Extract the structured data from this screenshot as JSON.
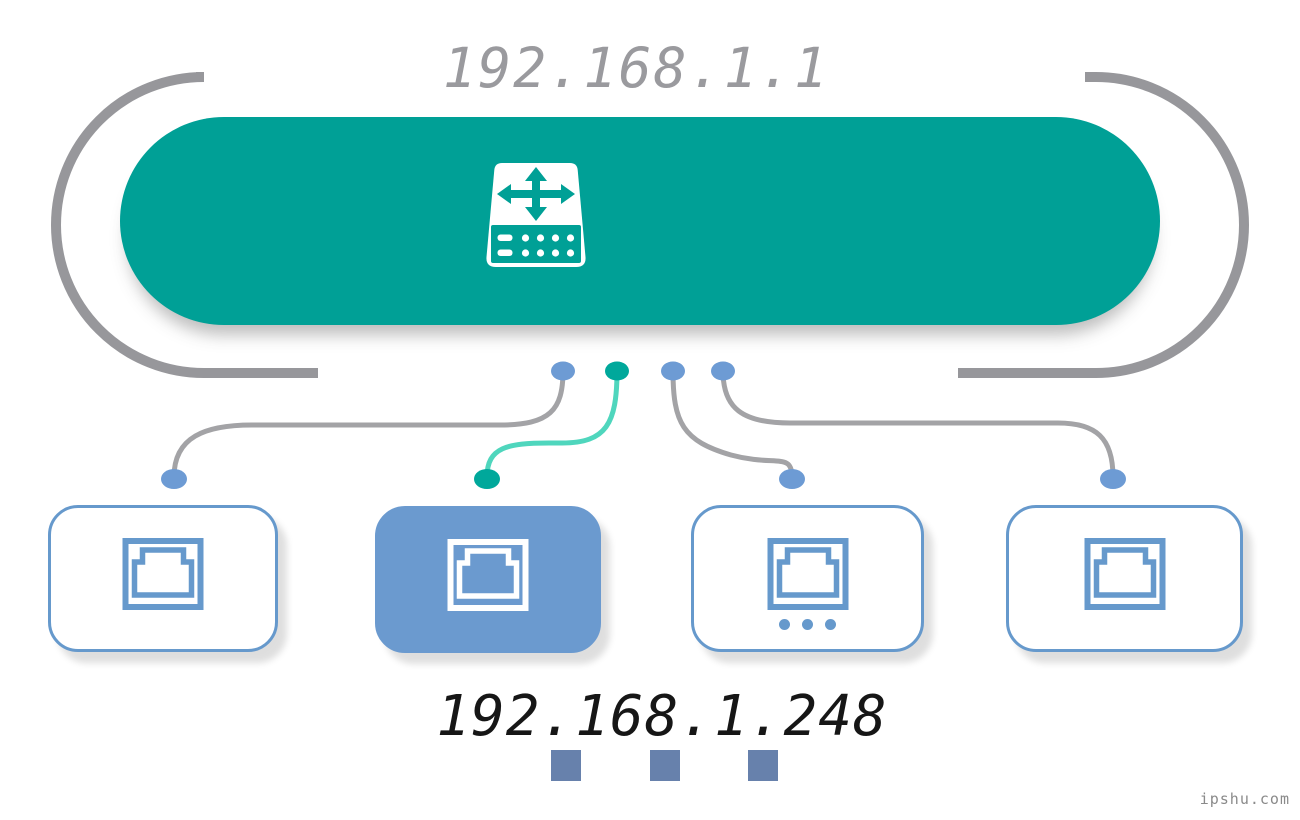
{
  "header": {
    "router_ip": "192.168.1.1"
  },
  "router": {
    "icon": "network-switch-icon"
  },
  "ports": [
    {
      "id": 1,
      "state": "inactive",
      "connector_color": "gray"
    },
    {
      "id": 2,
      "state": "active",
      "connector_color": "teal"
    },
    {
      "id": 3,
      "state": "inactive",
      "connector_color": "gray",
      "ellipsis": true
    },
    {
      "id": 4,
      "state": "inactive",
      "connector_color": "gray"
    }
  ],
  "device": {
    "ip": "192.168.1.248"
  },
  "watermark": "ipshu.com",
  "colors": {
    "teal": "#00a096",
    "teal_dot": "#00a89b",
    "mint_line": "#4fd6bd",
    "blue": "#6699cc",
    "blue_fill": "#6b9acf",
    "blue_dot": "#6d9bd4",
    "slate_square": "#6781ac",
    "gray_arc": "#97979b",
    "gray_line": "#a3a3a6",
    "gray_text": "#9a9a9e"
  }
}
